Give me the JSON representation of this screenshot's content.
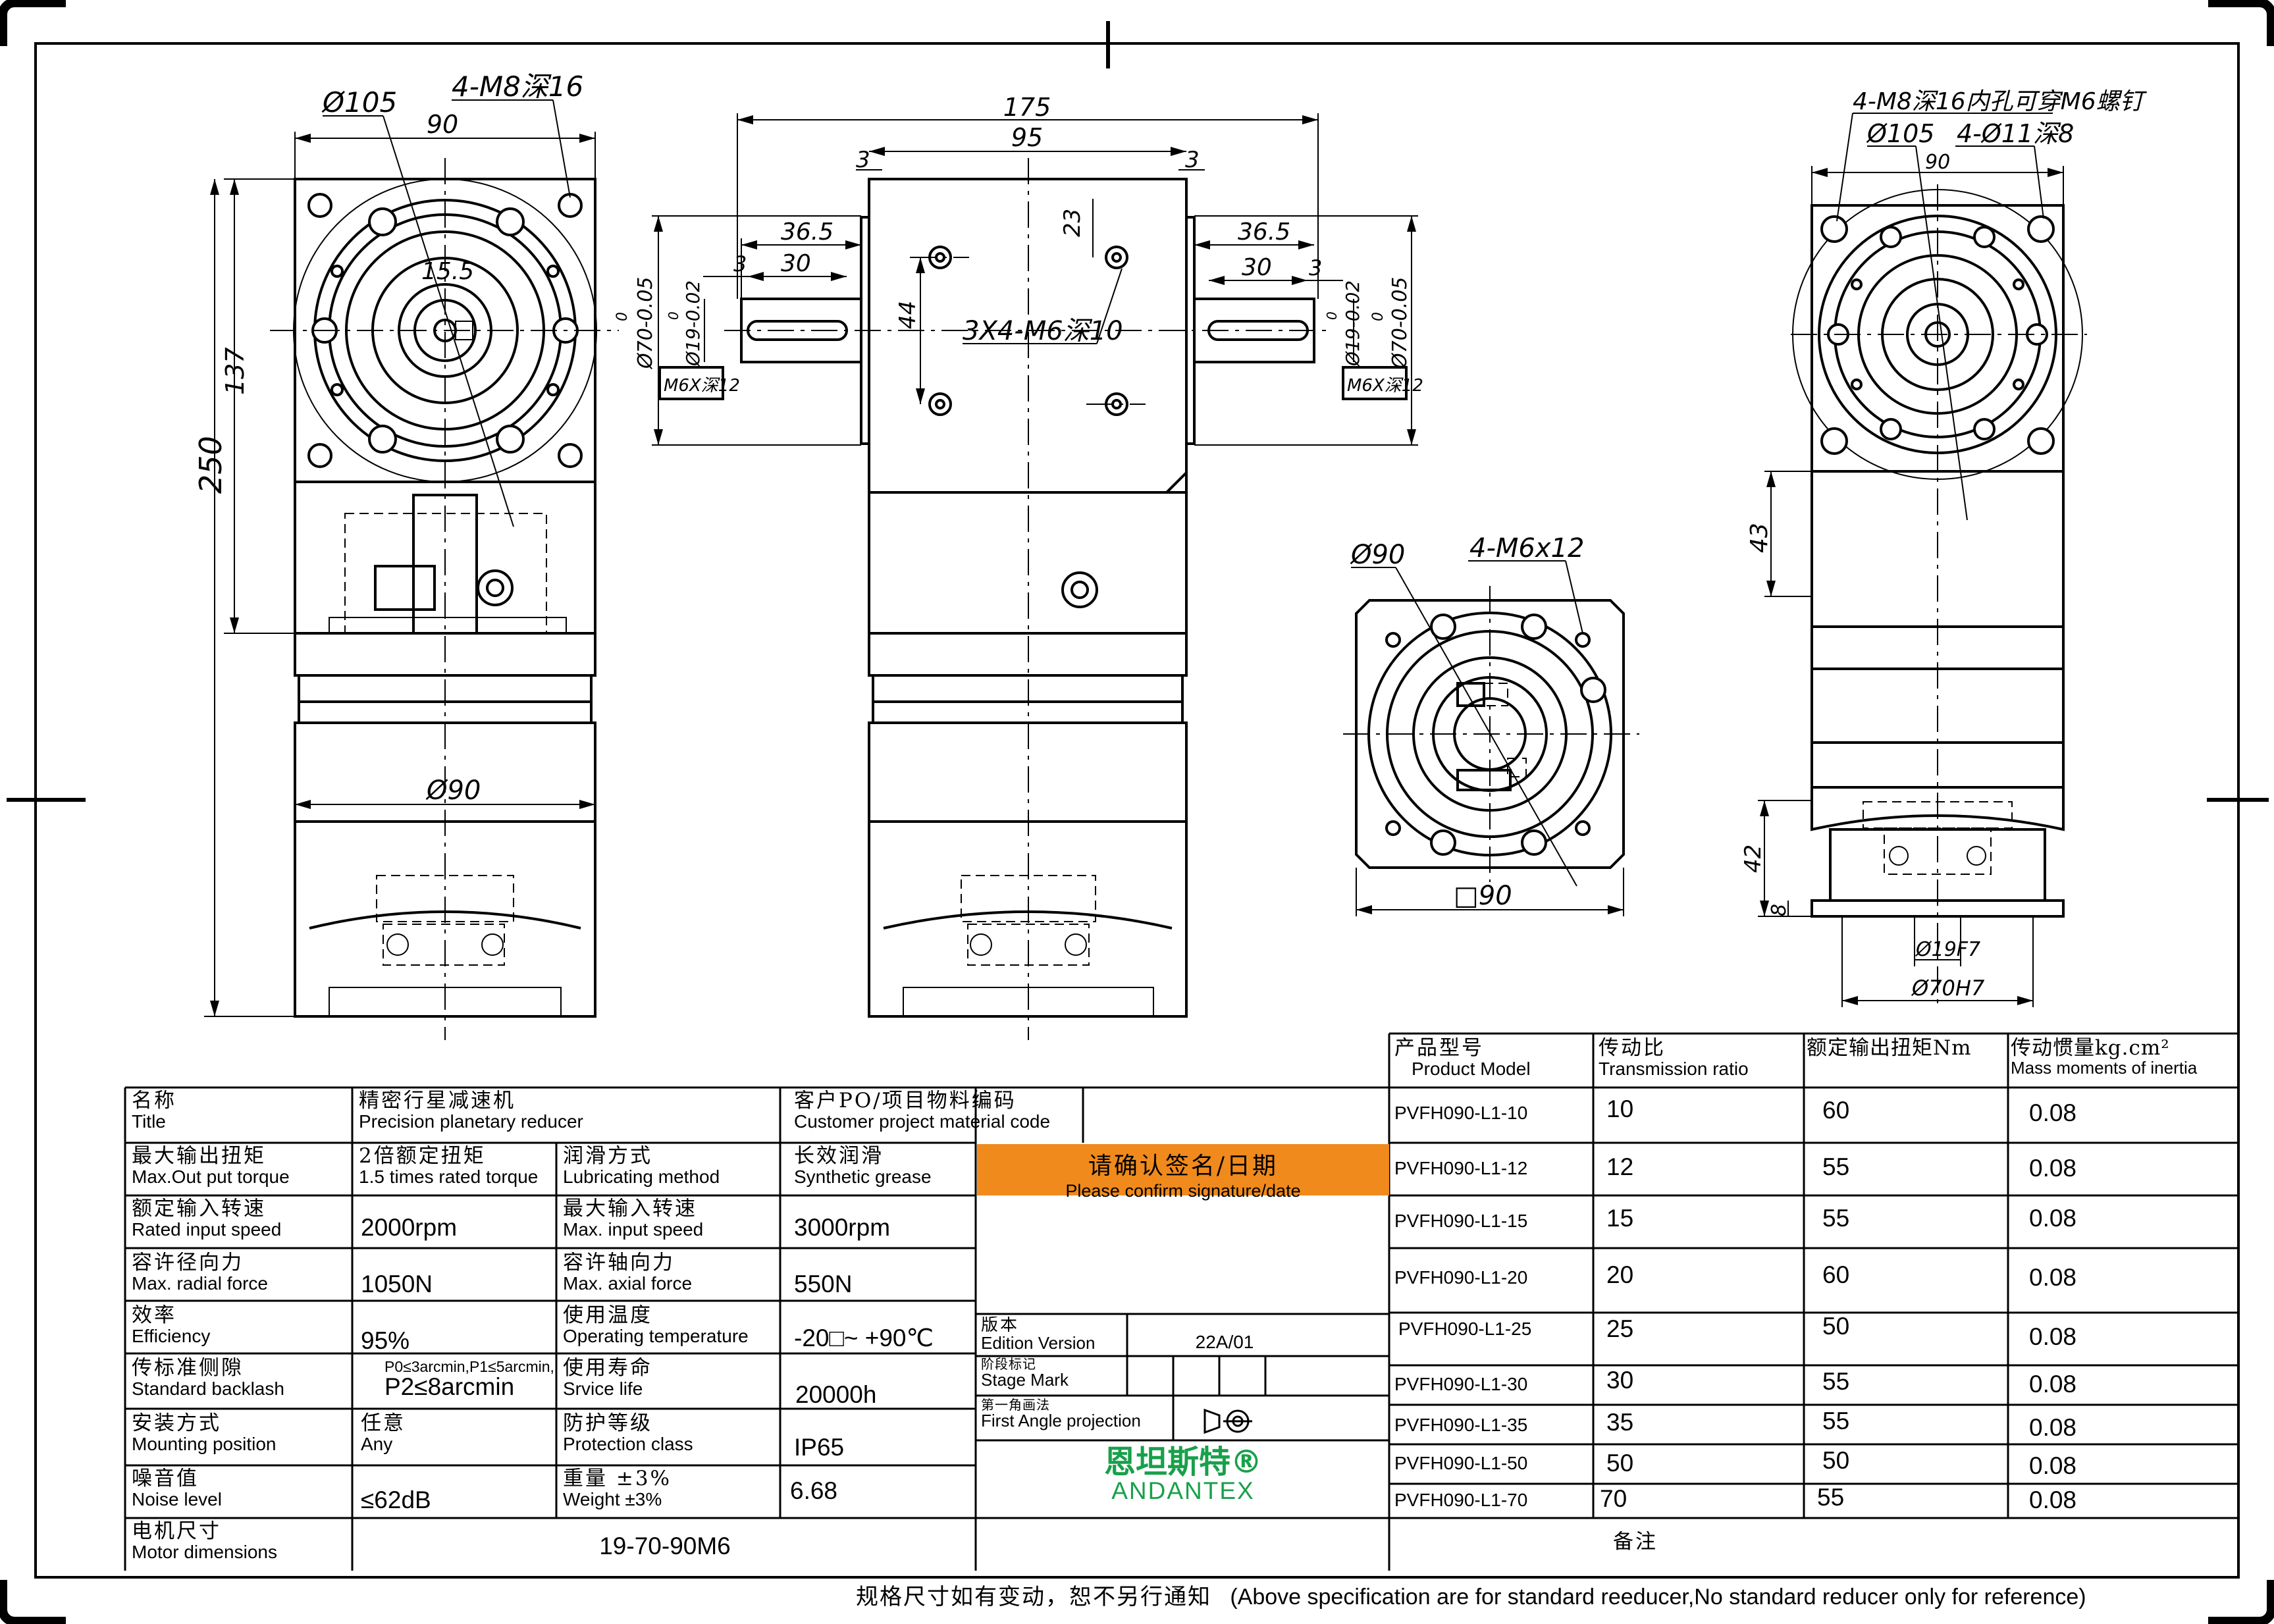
{
  "dims": {
    "front_flange_diameter": "Ø105",
    "front_mount_holes": "4-M8深16",
    "front_width": "90",
    "front_pilot": "15.5",
    "front_height_137": "137",
    "front_height_250": "250",
    "front_body_diameter": "Ø90",
    "side_total_length": "175",
    "side_body_length": "95",
    "side_gap_left": "3",
    "side_gap_right": "3",
    "side_shaft_left_36": "36.5",
    "side_shaft_left_30": "30",
    "side_shaft_left_3": "3",
    "side_shaft_right_36": "36.5",
    "side_shaft_right_30": "30",
    "side_shaft_right_3": "3",
    "side_offset_23": "23",
    "side_spacing_44": "44",
    "side_holes": "3X4-M6深10",
    "side_pilot_left": "Ø70-0.05",
    "side_shaft_diam_left": "Ø19-0.02",
    "side_pilot_right": "Ø70-0.05",
    "side_shaft_diam_right": "Ø19-0.02",
    "side_tol_zero": "0",
    "side_thread_left": "M6X深12",
    "side_thread_right": "M6X深12",
    "bottom_diameter": "Ø90",
    "bottom_holes": "4-M6x12",
    "bottom_square": "□90",
    "right_holes_a": "4-M8深16内孔可穿M6螺钉",
    "right_flange_diameter": "Ø105",
    "right_holes_b": "4-Ø11深8",
    "right_width": "90",
    "right_height_43": "43",
    "right_height_42": "42",
    "right_height_8": "8",
    "right_bore": "Ø19F7",
    "right_pilot": "Ø70H7"
  },
  "model_table": {
    "headers": [
      {
        "zh": "产品型号",
        "en": "Product Model"
      },
      {
        "zh": "传动比",
        "en": "Transmission ratio"
      },
      {
        "zh": "额定输出扭矩Nm",
        "en": ""
      },
      {
        "zh": "传动惯量kg.cm²",
        "en": "Mass moments of inertia"
      }
    ],
    "rows": [
      {
        "model": "PVFH090-L1-10",
        "ratio": "10",
        "torque": "60",
        "inertia": "0.08"
      },
      {
        "model": "PVFH090-L1-12",
        "ratio": "12",
        "torque": "55",
        "inertia": "0.08"
      },
      {
        "model": "PVFH090-L1-15",
        "ratio": "15",
        "torque": "55",
        "inertia": "0.08"
      },
      {
        "model": "PVFH090-L1-20",
        "ratio": "20",
        "torque": "60",
        "inertia": "0.08"
      },
      {
        "model": "PVFH090-L1-25",
        "ratio": "25",
        "torque": "50",
        "inertia": "0.08"
      },
      {
        "model": "PVFH090-L1-30",
        "ratio": "30",
        "torque": "55",
        "inertia": "0.08"
      },
      {
        "model": "PVFH090-L1-35",
        "ratio": "35",
        "torque": "55",
        "inertia": "0.08"
      },
      {
        "model": "PVFH090-L1-50",
        "ratio": "50",
        "torque": "50",
        "inertia": "0.08"
      },
      {
        "model": "PVFH090-L1-70",
        "ratio": "70",
        "torque": "55",
        "inertia": "0.08"
      }
    ],
    "remarks": "备注"
  },
  "spec": {
    "title": {
      "zh": "名称",
      "en": "Title"
    },
    "title_val": {
      "zh": "精密行星减速机",
      "en": "Precision planetary reducer"
    },
    "customer": {
      "zh": "客户PO/项目物料编码",
      "en": "Customer project material code"
    },
    "max_torque": {
      "zh": "最大输出扭矩",
      "en": "Max.Out put torque"
    },
    "max_torque_val": {
      "zh": "2倍额定扭矩",
      "en": "1.5 times rated torque"
    },
    "lube": {
      "zh": "润滑方式",
      "en": "Lubricating method"
    },
    "lube_val": {
      "zh": "长效润滑",
      "en": "Synthetic grease"
    },
    "rated_speed": {
      "zh": "额定输入转速",
      "en": "Rated input speed"
    },
    "rated_speed_val": "2000rpm",
    "max_speed": {
      "zh": "最大输入转速",
      "en": "Max. input speed"
    },
    "max_speed_val": "3000rpm",
    "radial": {
      "zh": "容许径向力",
      "en": "Max. radial force"
    },
    "radial_val": "1050N",
    "axial": {
      "zh": "容许轴向力",
      "en": "Max. axial force"
    },
    "axial_val": "550N",
    "eff": {
      "zh": "效率",
      "en": "Efficiency"
    },
    "eff_val": "95%",
    "temp": {
      "zh": "使用温度",
      "en": "Operating temperature"
    },
    "temp_val": "-20□~ +90℃",
    "backlash": {
      "zh": "传标准侧隙",
      "en": "Standard backlash"
    },
    "backlash_small": "P0≤3arcmin,P1≤5arcmin,",
    "backlash_val": "P2≤8arcmin",
    "life": {
      "zh": "使用寿命",
      "en": "Srvice life"
    },
    "life_val": "20000h",
    "mount": {
      "zh": "安装方式",
      "en": "Mounting position"
    },
    "mount_val": {
      "zh": "任意",
      "en": "Any"
    },
    "protect": {
      "zh": "防护等级",
      "en": "Protection class"
    },
    "protect_val": "IP65",
    "noise": {
      "zh": "噪音值",
      "en": "Noise level"
    },
    "noise_val": "≤62dB",
    "weight": {
      "zh": "重量 ±3%",
      "en": "Weight ±3%"
    },
    "weight_val": "6.68",
    "motor": {
      "zh": "电机尺寸",
      "en": "Motor dimensions"
    },
    "motor_val": "19-70-90M6",
    "confirm": {
      "zh": "请确认签名/日期",
      "en": "Please confirm signature/date"
    },
    "edition": {
      "zh": "版本",
      "en": "Edition Version"
    },
    "edition_val": "22A/01",
    "stage": {
      "zh": "阶段标记",
      "en": "Stage Mark"
    },
    "projection": {
      "zh": "第一角画法",
      "en": "First Angle projection"
    },
    "brand": {
      "zh": "恩坦斯特®",
      "en": "ANDANTEX"
    }
  },
  "footer": {
    "zh": "规格尺寸如有变动，恕不另行通知",
    "en": "(Above specification are for standard reeducer,No standard reducer only for reference)"
  },
  "colors": {
    "confirm_bg": "#f08a1c",
    "brand": "#18a04a"
  }
}
